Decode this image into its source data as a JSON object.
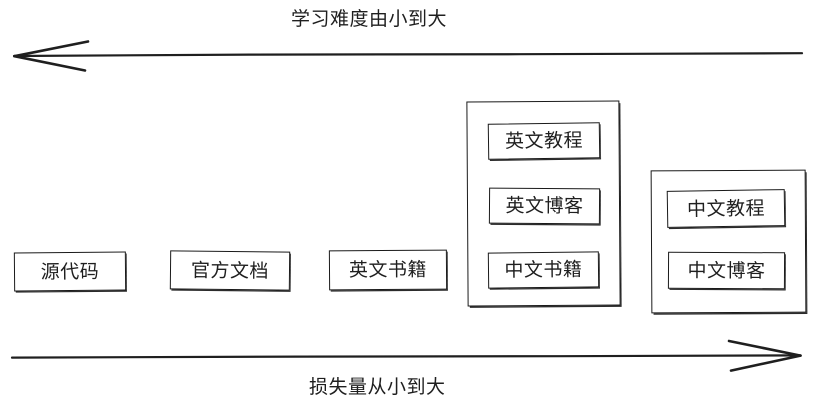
{
  "diagram": {
    "title_top": "学习难度由小到大",
    "title_bottom": "损失量从小到大",
    "background_color": "#ffffff",
    "stroke_color": "#1a1a1a",
    "axes": [
      {
        "name": "top-axis",
        "label": "学习难度由小到大",
        "direction": "left",
        "arrow_glyph": "←"
      },
      {
        "name": "bottom-axis",
        "label": "损失量从小到大",
        "direction": "right",
        "arrow_glyph": "→"
      }
    ],
    "items": [
      {
        "label": "源代码",
        "group": null
      },
      {
        "label": "官方文档",
        "group": null
      },
      {
        "label": "英文书籍",
        "group": null
      }
    ],
    "groups": [
      {
        "name": "group-english-stack",
        "items": [
          {
            "label": "英文教程"
          },
          {
            "label": "英文博客"
          },
          {
            "label": "中文书籍"
          }
        ]
      },
      {
        "name": "group-chinese-stack",
        "items": [
          {
            "label": "中文教程"
          },
          {
            "label": "中文博客"
          }
        ]
      }
    ]
  }
}
